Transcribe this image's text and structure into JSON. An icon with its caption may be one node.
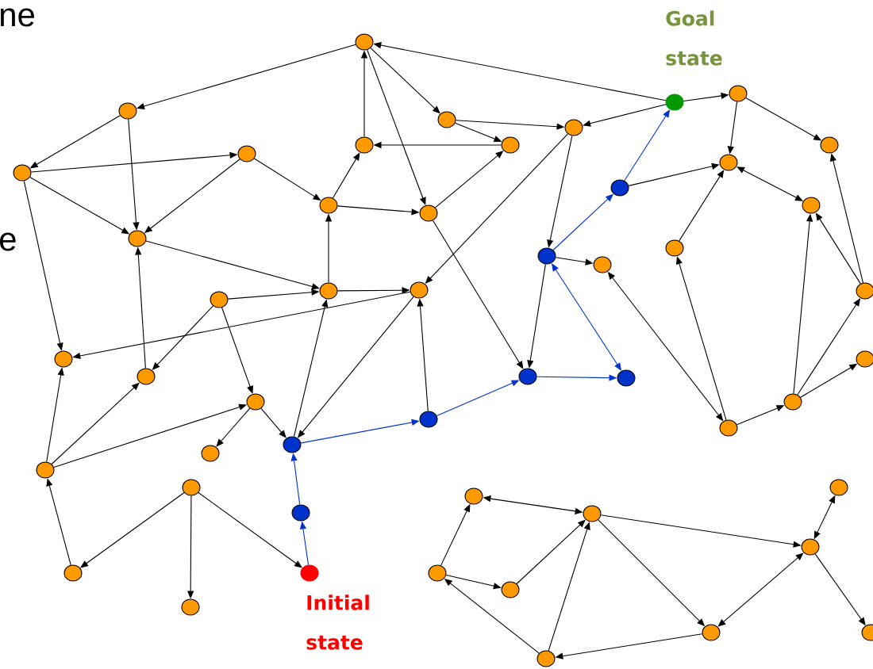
{
  "diagram": {
    "nodes": [
      {
        "text": [],
        "shape": "circle"
      },
      {
        "text": [],
        "shape": "circle",
        "beside": [
          "Goal state"
        ]
      },
      {
        "text": [],
        "shape": "circle"
      },
      {
        "text": [],
        "shape": "circle"
      },
      {
        "text": [],
        "shape": "circle"
      },
      {
        "text": [],
        "shape": "circle"
      },
      {
        "text": [],
        "shape": "circle"
      },
      {
        "text": [],
        "shape": "circle"
      },
      {
        "text": [],
        "shape": "circle"
      },
      {
        "text": [],
        "shape": "circle"
      },
      {
        "text": [],
        "shape": "circle"
      },
      {
        "text": [],
        "shape": "circle"
      },
      {
        "text": [],
        "shape": "circle"
      },
      {
        "text": [],
        "shape": "circle"
      },
      {
        "text": [],
        "shape": "circle"
      },
      {
        "text": [],
        "shape": "circle"
      },
      {
        "text": [],
        "shape": "circle"
      },
      {
        "text": [],
        "shape": "circle"
      },
      {
        "text": [],
        "shape": "circle"
      },
      {
        "text": [],
        "shape": "circle"
      },
      {
        "text": [],
        "shape": "circle"
      },
      {
        "text": [],
        "shape": "circle"
      },
      {
        "text": [],
        "shape": "circle"
      },
      {
        "text": [],
        "shape": "circle"
      },
      {
        "text": [],
        "shape": "circle"
      },
      {
        "text": [],
        "shape": "circle"
      },
      {
        "text": [],
        "shape": "circle"
      },
      {
        "text": [],
        "shape": "circle"
      },
      {
        "text": [],
        "shape": "circle"
      },
      {
        "text": [],
        "shape": "circle"
      },
      {
        "text": [],
        "shape": "circle"
      },
      {
        "text": [],
        "shape": "circle"
      },
      {
        "text": [],
        "shape": "circle"
      },
      {
        "text": [],
        "shape": "circle"
      },
      {
        "text": [],
        "shape": "circle"
      },
      {
        "text": [],
        "shape": "circle"
      },
      {
        "text": [],
        "shape": "circle"
      },
      {
        "text": [],
        "shape": "circle"
      },
      {
        "text": [],
        "shape": "circle"
      },
      {
        "text": [],
        "shape": "circle"
      },
      {
        "text": [],
        "shape": "circle"
      },
      {
        "text": [],
        "shape": "circle"
      },
      {
        "text": [],
        "shape": "circle"
      },
      {
        "text": [],
        "shape": "circle"
      },
      {
        "text": [],
        "shape": "circle"
      },
      {
        "text": [],
        "shape": "circle",
        "beside": [
          "Initial state"
        ]
      },
      {
        "text": [],
        "shape": "circle"
      },
      {
        "text": [],
        "shape": "circle"
      },
      {
        "text": [],
        "shape": "circle"
      },
      {
        "text": [],
        "shape": "circle"
      }
    ],
    "edges": [
      {
        "from": 1,
        "to": 0,
        "arrow": "to"
      },
      {
        "from": 1,
        "to": 5,
        "arrow": "to"
      },
      {
        "from": 1,
        "to": 3,
        "arrow": "to"
      },
      {
        "from": 12,
        "to": 1,
        "arrow": "to",
        "color": "#0033cc"
      },
      {
        "from": 12,
        "to": 11,
        "arrow": "to"
      },
      {
        "from": 3,
        "to": 11,
        "arrow": "to"
      },
      {
        "from": 3,
        "to": 8,
        "arrow": "to"
      },
      {
        "from": 11,
        "to": 15,
        "arrow": "both"
      },
      {
        "from": 17,
        "to": 11,
        "arrow": "to"
      },
      {
        "from": 23,
        "to": 15,
        "arrow": "to"
      },
      {
        "from": 23,
        "to": 8,
        "arrow": "to"
      },
      {
        "from": 30,
        "to": 15,
        "arrow": "to"
      },
      {
        "from": 30,
        "to": 23,
        "arrow": "to"
      },
      {
        "from": 30,
        "to": 28,
        "arrow": "to"
      },
      {
        "from": 32,
        "to": 30,
        "arrow": "to"
      },
      {
        "from": 32,
        "to": 17,
        "arrow": "to"
      },
      {
        "from": 32,
        "to": 19,
        "arrow": "both"
      },
      {
        "from": 18,
        "to": 19,
        "arrow": "to"
      },
      {
        "from": 18,
        "to": 12,
        "arrow": "to",
        "color": "#0033cc"
      },
      {
        "from": 18,
        "to": 27,
        "arrow": "both",
        "color": "#0033cc"
      },
      {
        "from": 18,
        "to": 26,
        "arrow": "to"
      },
      {
        "from": 5,
        "to": 18,
        "arrow": "to"
      },
      {
        "from": 5,
        "to": 21,
        "arrow": "to"
      },
      {
        "from": 14,
        "to": 26,
        "arrow": "to"
      },
      {
        "from": 0,
        "to": 2,
        "arrow": "to"
      },
      {
        "from": 0,
        "to": 4,
        "arrow": "to"
      },
      {
        "from": 0,
        "to": 14,
        "arrow": "to"
      },
      {
        "from": 6,
        "to": 0,
        "arrow": "to"
      },
      {
        "from": 7,
        "to": 6,
        "arrow": "to"
      },
      {
        "from": 4,
        "to": 5,
        "arrow": "to"
      },
      {
        "from": 4,
        "to": 7,
        "arrow": "to"
      },
      {
        "from": 14,
        "to": 7,
        "arrow": "to"
      },
      {
        "from": 13,
        "to": 6,
        "arrow": "to"
      },
      {
        "from": 13,
        "to": 14,
        "arrow": "to"
      },
      {
        "from": 10,
        "to": 13,
        "arrow": "to"
      },
      {
        "from": 10,
        "to": 16,
        "arrow": "to"
      },
      {
        "from": 2,
        "to": 9,
        "arrow": "to"
      },
      {
        "from": 2,
        "to": 16,
        "arrow": "to"
      },
      {
        "from": 9,
        "to": 10,
        "arrow": "to"
      },
      {
        "from": 9,
        "to": 16,
        "arrow": "to"
      },
      {
        "from": 9,
        "to": 24,
        "arrow": "to"
      },
      {
        "from": 16,
        "to": 20,
        "arrow": "to"
      },
      {
        "from": 20,
        "to": 13,
        "arrow": "to"
      },
      {
        "from": 22,
        "to": 20,
        "arrow": "to"
      },
      {
        "from": 20,
        "to": 21,
        "arrow": "to"
      },
      {
        "from": 21,
        "to": 24,
        "arrow": "to"
      },
      {
        "from": 22,
        "to": 25,
        "arrow": "to"
      },
      {
        "from": 22,
        "to": 29,
        "arrow": "to"
      },
      {
        "from": 25,
        "to": 16,
        "arrow": "to"
      },
      {
        "from": 33,
        "to": 20,
        "arrow": "to"
      },
      {
        "from": 21,
        "to": 33,
        "arrow": "to"
      },
      {
        "from": 31,
        "to": 21,
        "arrow": "to"
      },
      {
        "from": 33,
        "to": 31,
        "arrow": "to",
        "color": "#0033cc"
      },
      {
        "from": 31,
        "to": 26,
        "arrow": "to",
        "color": "#0033cc"
      },
      {
        "from": 26,
        "to": 27,
        "arrow": "to",
        "color": "#0033cc"
      },
      {
        "from": 29,
        "to": 33,
        "arrow": "to"
      },
      {
        "from": 29,
        "to": 34,
        "arrow": "to"
      },
      {
        "from": 35,
        "to": 24,
        "arrow": "to"
      },
      {
        "from": 35,
        "to": 25,
        "arrow": "to"
      },
      {
        "from": 35,
        "to": 29,
        "arrow": "to"
      },
      {
        "from": 44,
        "to": 35,
        "arrow": "to"
      },
      {
        "from": 36,
        "to": 44,
        "arrow": "to"
      },
      {
        "from": 36,
        "to": 46,
        "arrow": "to"
      },
      {
        "from": 36,
        "to": 45,
        "arrow": "to"
      },
      {
        "from": 45,
        "to": 39,
        "arrow": "to",
        "color": "#0033cc"
      },
      {
        "from": 39,
        "to": 33,
        "arrow": "to",
        "color": "#0033cc"
      },
      {
        "from": 42,
        "to": 38,
        "arrow": "to"
      },
      {
        "from": 38,
        "to": 40,
        "arrow": "both"
      },
      {
        "from": 42,
        "to": 43,
        "arrow": "to"
      },
      {
        "from": 43,
        "to": 40,
        "arrow": "to"
      },
      {
        "from": 49,
        "to": 40,
        "arrow": "to"
      },
      {
        "from": 49,
        "to": 42,
        "arrow": "to"
      },
      {
        "from": 40,
        "to": 47,
        "arrow": "to"
      },
      {
        "from": 40,
        "to": 41,
        "arrow": "to"
      },
      {
        "from": 47,
        "to": 41,
        "arrow": "both"
      },
      {
        "from": 41,
        "to": 37,
        "arrow": "both"
      },
      {
        "from": 41,
        "to": 48,
        "arrow": "to"
      },
      {
        "from": 47,
        "to": 49,
        "arrow": "to"
      }
    ],
    "labels": [
      "ne",
      "e"
    ]
  }
}
